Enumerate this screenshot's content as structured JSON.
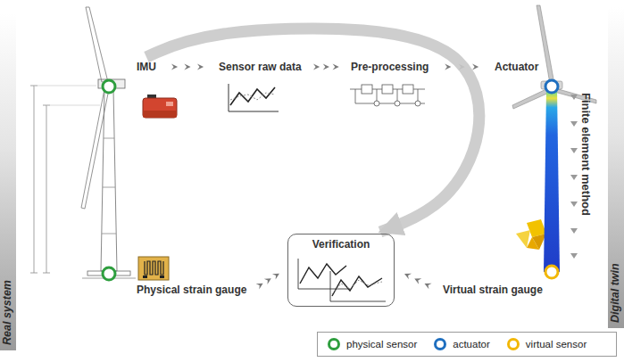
{
  "diagram": {
    "nodes": [
      {
        "text": [
          "Real system"
        ]
      },
      {
        "text": [
          "IMU"
        ]
      },
      {
        "text": [
          "Sensor raw data"
        ]
      },
      {
        "text": [
          "Pre-processing"
        ]
      },
      {
        "text": [
          "Actuator"
        ]
      },
      {
        "text": [
          "Physical strain gauge"
        ]
      },
      {
        "text": [
          "Verification"
        ]
      },
      {
        "text": [
          "Virtual strain gauge"
        ]
      },
      {
        "text": [
          "Digital twin"
        ]
      }
    ],
    "edges": [
      {
        "from": 1,
        "to": 2,
        "arrow": "to"
      },
      {
        "from": 2,
        "to": 3,
        "arrow": "to"
      },
      {
        "from": 3,
        "to": 4,
        "arrow": "to"
      },
      {
        "from": 1,
        "to": 6,
        "arrow": "to"
      },
      {
        "from": 5,
        "to": 6,
        "arrow": "to"
      },
      {
        "from": 7,
        "to": 6,
        "arrow": "to"
      }
    ],
    "labels": [
      "Finite element method"
    ],
    "legend": [
      {
        "text": "physical sensor",
        "color": "#2e9e3e"
      },
      {
        "text": "actuator",
        "color": "#1f6fbf"
      },
      {
        "text": "virtual sensor",
        "color": "#f2b705"
      }
    ]
  }
}
